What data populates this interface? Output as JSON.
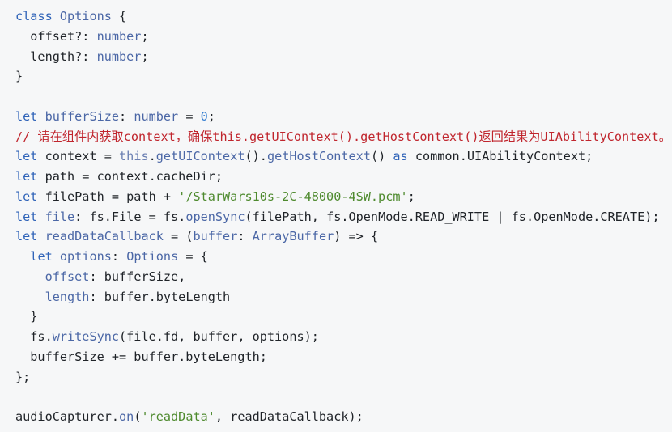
{
  "code": {
    "lines": [
      [
        {
          "t": "class",
          "c": "kw"
        },
        {
          "t": " ",
          "c": "pl"
        },
        {
          "t": "Options",
          "c": "ty"
        },
        {
          "t": " {",
          "c": "pl"
        }
      ],
      [
        {
          "t": "  offset?: ",
          "c": "pl"
        },
        {
          "t": "number",
          "c": "ty"
        },
        {
          "t": ";",
          "c": "pl"
        }
      ],
      [
        {
          "t": "  length?: ",
          "c": "pl"
        },
        {
          "t": "number",
          "c": "ty"
        },
        {
          "t": ";",
          "c": "pl"
        }
      ],
      [
        {
          "t": "}",
          "c": "pl"
        }
      ],
      [],
      [
        {
          "t": "let",
          "c": "kw"
        },
        {
          "t": " ",
          "c": "pl"
        },
        {
          "t": "bufferSize",
          "c": "ty"
        },
        {
          "t": ": ",
          "c": "pl"
        },
        {
          "t": "number",
          "c": "ty"
        },
        {
          "t": " = ",
          "c": "pl"
        },
        {
          "t": "0",
          "c": "num"
        },
        {
          "t": ";",
          "c": "pl"
        }
      ],
      [
        {
          "t": "// 请在组件内获取context，确保this.getUIContext().getHostContext()返回结果为UIAbilityContext。",
          "c": "cm"
        }
      ],
      [
        {
          "t": "let",
          "c": "kw"
        },
        {
          "t": " context = ",
          "c": "pl"
        },
        {
          "t": "this",
          "c": "this"
        },
        {
          "t": ".",
          "c": "pl"
        },
        {
          "t": "getUIContext",
          "c": "fn"
        },
        {
          "t": "().",
          "c": "pl"
        },
        {
          "t": "getHostContext",
          "c": "fn"
        },
        {
          "t": "() ",
          "c": "pl"
        },
        {
          "t": "as",
          "c": "kw"
        },
        {
          "t": " common.UIAbilityContext;",
          "c": "pl"
        }
      ],
      [
        {
          "t": "let",
          "c": "kw"
        },
        {
          "t": " path = context.cacheDir;",
          "c": "pl"
        }
      ],
      [
        {
          "t": "let",
          "c": "kw"
        },
        {
          "t": " filePath = path + ",
          "c": "pl"
        },
        {
          "t": "'/StarWars10s-2C-48000-4SW.pcm'",
          "c": "str"
        },
        {
          "t": ";",
          "c": "pl"
        }
      ],
      [
        {
          "t": "let",
          "c": "kw"
        },
        {
          "t": " ",
          "c": "pl"
        },
        {
          "t": "file",
          "c": "ty"
        },
        {
          "t": ": fs.File = fs.",
          "c": "pl"
        },
        {
          "t": "openSync",
          "c": "fn"
        },
        {
          "t": "(filePath, fs.OpenMode.READ_WRITE | fs.OpenMode.CREATE);",
          "c": "pl"
        }
      ],
      [
        {
          "t": "let",
          "c": "kw"
        },
        {
          "t": " ",
          "c": "pl"
        },
        {
          "t": "readDataCallback",
          "c": "ty"
        },
        {
          "t": " = (",
          "c": "pl"
        },
        {
          "t": "buffer",
          "c": "prop"
        },
        {
          "t": ": ",
          "c": "pl"
        },
        {
          "t": "ArrayBuffer",
          "c": "ty"
        },
        {
          "t": ") => {",
          "c": "pl"
        }
      ],
      [
        {
          "t": "  ",
          "c": "pl"
        },
        {
          "t": "let",
          "c": "kw"
        },
        {
          "t": " ",
          "c": "pl"
        },
        {
          "t": "options",
          "c": "ty"
        },
        {
          "t": ": ",
          "c": "pl"
        },
        {
          "t": "Options",
          "c": "ty"
        },
        {
          "t": " = {",
          "c": "pl"
        }
      ],
      [
        {
          "t": "    ",
          "c": "pl"
        },
        {
          "t": "offset",
          "c": "prop"
        },
        {
          "t": ": bufferSize,",
          "c": "pl"
        }
      ],
      [
        {
          "t": "    ",
          "c": "pl"
        },
        {
          "t": "length",
          "c": "prop"
        },
        {
          "t": ": buffer.byteLength",
          "c": "pl"
        }
      ],
      [
        {
          "t": "  }",
          "c": "pl"
        }
      ],
      [
        {
          "t": "  fs.",
          "c": "pl"
        },
        {
          "t": "writeSync",
          "c": "fn"
        },
        {
          "t": "(file.fd, buffer, options);",
          "c": "pl"
        }
      ],
      [
        {
          "t": "  bufferSize += buffer.byteLength;",
          "c": "pl"
        }
      ],
      [
        {
          "t": "};",
          "c": "pl"
        }
      ],
      [],
      [
        {
          "t": "audioCapturer.",
          "c": "pl"
        },
        {
          "t": "on",
          "c": "fn"
        },
        {
          "t": "(",
          "c": "pl"
        },
        {
          "t": "'readData'",
          "c": "str"
        },
        {
          "t": ", readDataCallback);",
          "c": "pl"
        }
      ]
    ]
  }
}
